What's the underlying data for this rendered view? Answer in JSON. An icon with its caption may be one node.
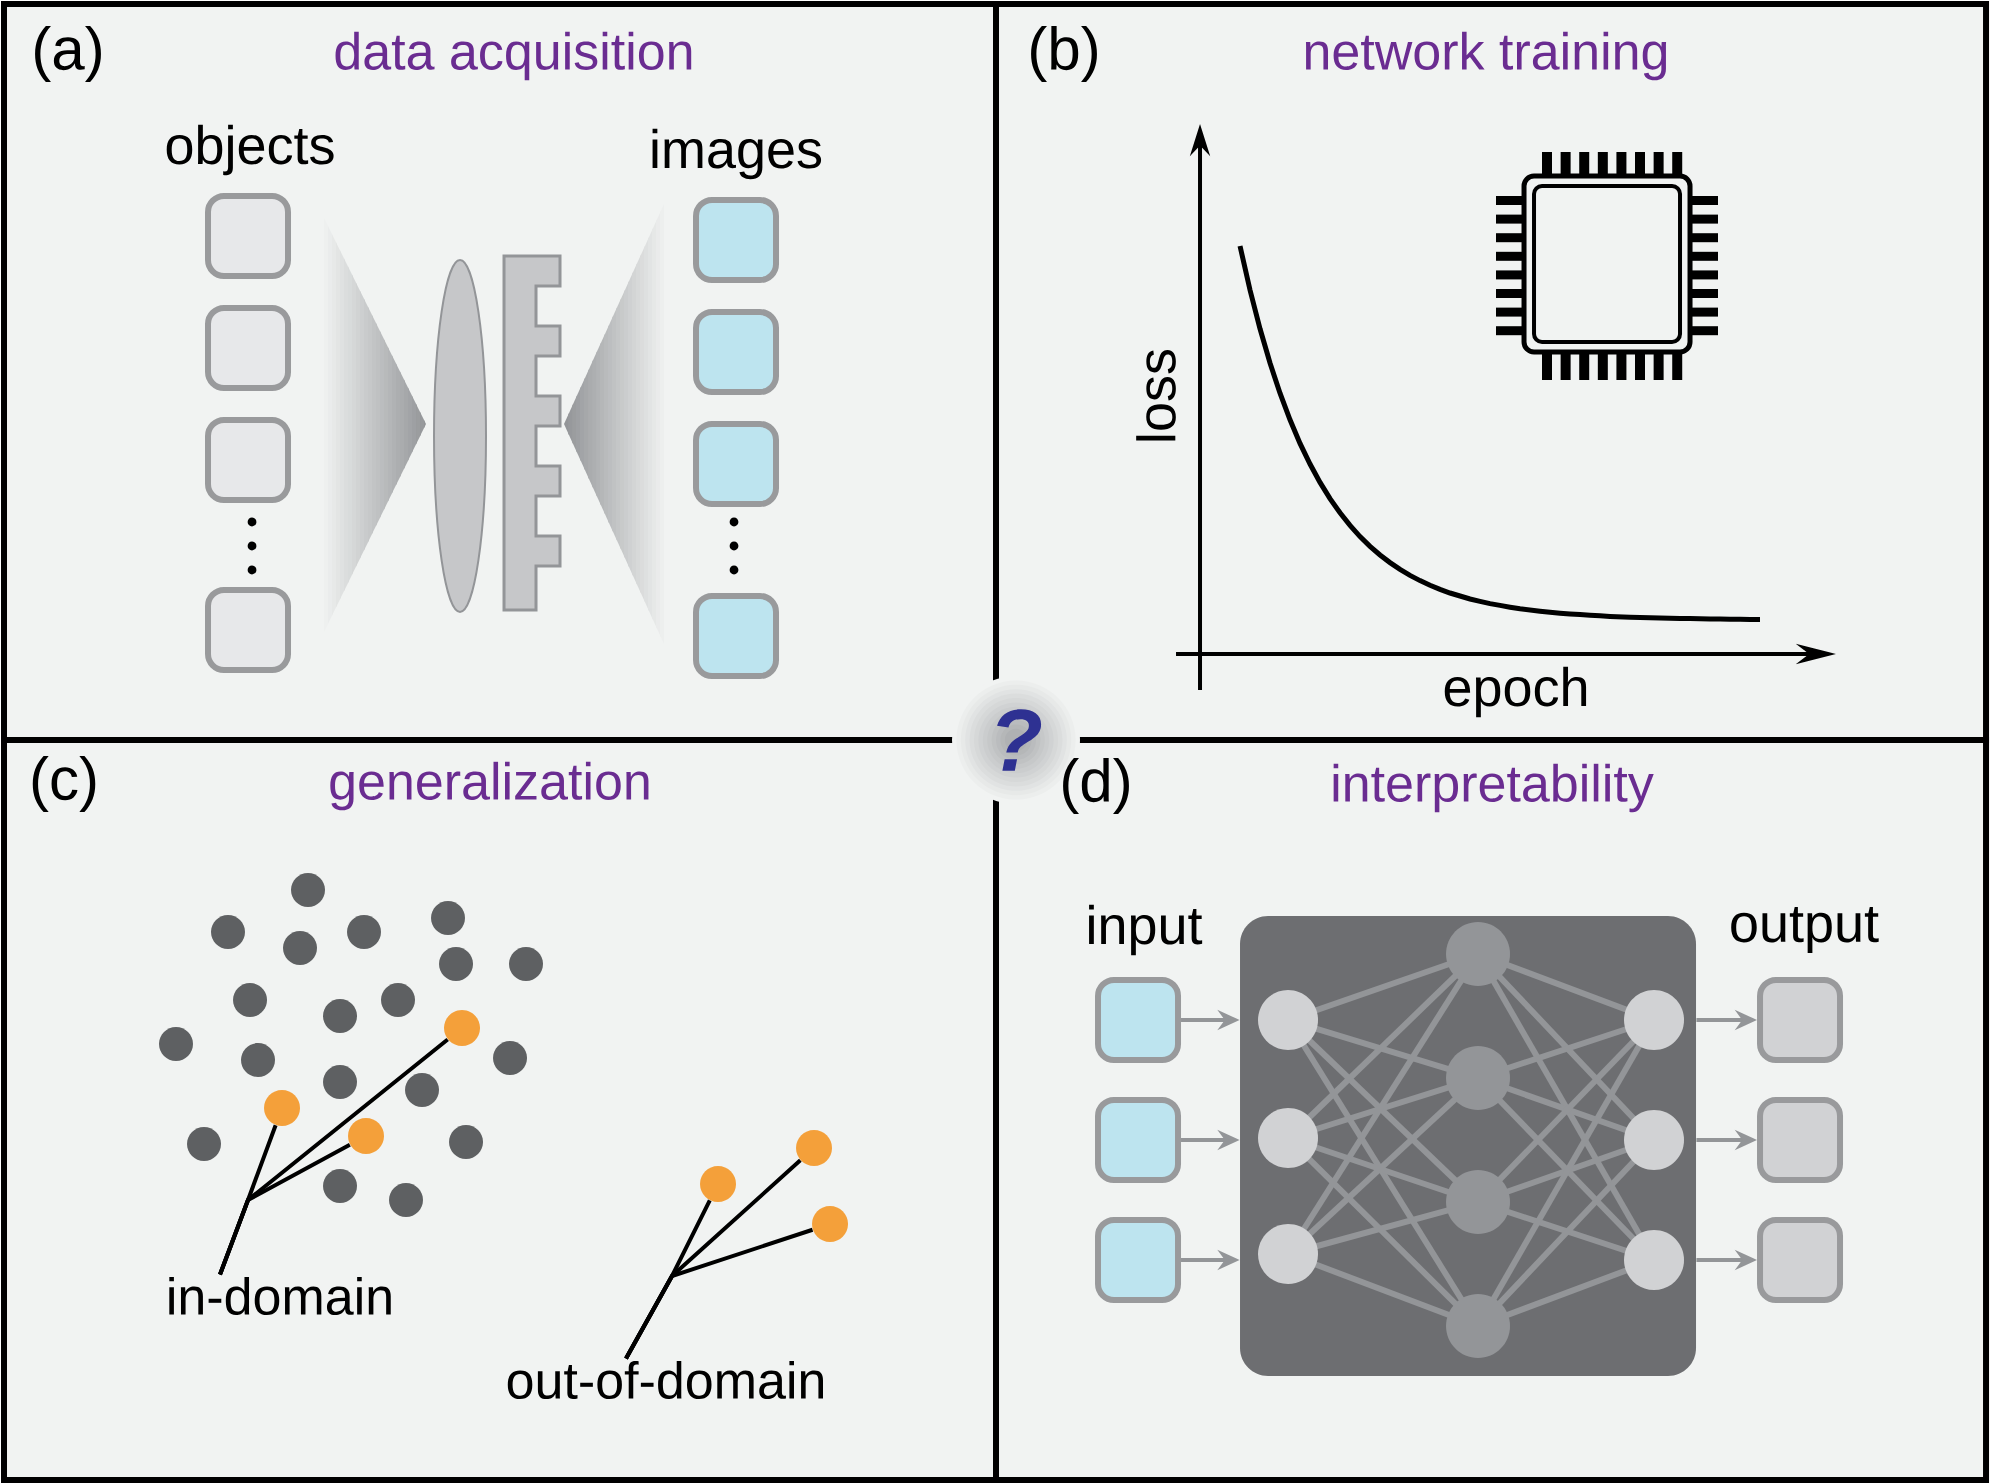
{
  "diagram": {
    "nodes": [
      {
        "text": [
          "(a)",
          "data acquisition"
        ]
      },
      {
        "text": [
          "(b)",
          "network training"
        ]
      },
      {
        "text": [
          "(c)",
          "generalization"
        ]
      },
      {
        "text": [
          "(d)",
          "interpretability"
        ]
      },
      {
        "text": [
          "?"
        ]
      },
      {
        "text": [],
        "shape": "box",
        "in": 0
      },
      {
        "text": [],
        "shape": "box",
        "in": 0
      },
      {
        "text": [],
        "shape": "box",
        "in": 0
      },
      {
        "text": [],
        "shape": "box",
        "in": 0
      },
      {
        "text": [],
        "shape": "box",
        "in": 0
      },
      {
        "text": [],
        "shape": "box",
        "in": 0
      },
      {
        "text": [],
        "shape": "box",
        "in": 0
      },
      {
        "text": [],
        "shape": "box",
        "in": 0
      },
      {
        "text": [
          "in-domain"
        ],
        "in": 2
      },
      {
        "text": [],
        "shape": "circle",
        "in": 2
      },
      {
        "text": [],
        "shape": "circle",
        "in": 2
      },
      {
        "text": [],
        "shape": "circle",
        "in": 2
      },
      {
        "text": [
          "out-of-domain"
        ],
        "in": 2
      },
      {
        "text": [],
        "shape": "circle",
        "in": 2
      },
      {
        "text": [],
        "shape": "circle",
        "in": 2
      },
      {
        "text": [],
        "shape": "circle",
        "in": 2
      },
      {
        "text": [],
        "shape": "box",
        "in": 3
      },
      {
        "text": [],
        "shape": "box",
        "in": 3
      },
      {
        "text": [],
        "shape": "box",
        "in": 3
      },
      {
        "text": [],
        "shape": "box",
        "in": 3
      },
      {
        "text": [],
        "shape": "box",
        "in": 3
      },
      {
        "text": [],
        "shape": "box",
        "in": 3
      },
      {
        "text": [],
        "shape": "box",
        "in": 3
      }
    ],
    "edges": [
      {
        "from": 13,
        "to": 14,
        "arrow": "none"
      },
      {
        "from": 13,
        "to": 15,
        "arrow": "none"
      },
      {
        "from": 13,
        "to": 16,
        "arrow": "none"
      },
      {
        "from": 17,
        "to": 18,
        "arrow": "none"
      },
      {
        "from": 17,
        "to": 19,
        "arrow": "none"
      },
      {
        "from": 17,
        "to": 20,
        "arrow": "none"
      },
      {
        "from": 21,
        "to": 24,
        "arrow": "to",
        "color": "#939598"
      },
      {
        "from": 22,
        "to": 24,
        "arrow": "to",
        "color": "#939598"
      },
      {
        "from": 23,
        "to": 24,
        "arrow": "to",
        "color": "#939598"
      },
      {
        "from": 24,
        "to": 25,
        "arrow": "to",
        "color": "#939598"
      },
      {
        "from": 24,
        "to": 26,
        "arrow": "to",
        "color": "#939598"
      },
      {
        "from": 24,
        "to": 27,
        "arrow": "to",
        "color": "#939598"
      }
    ],
    "labels": [
      "objects",
      "images",
      "loss",
      "epoch",
      "input",
      "output"
    ]
  }
}
